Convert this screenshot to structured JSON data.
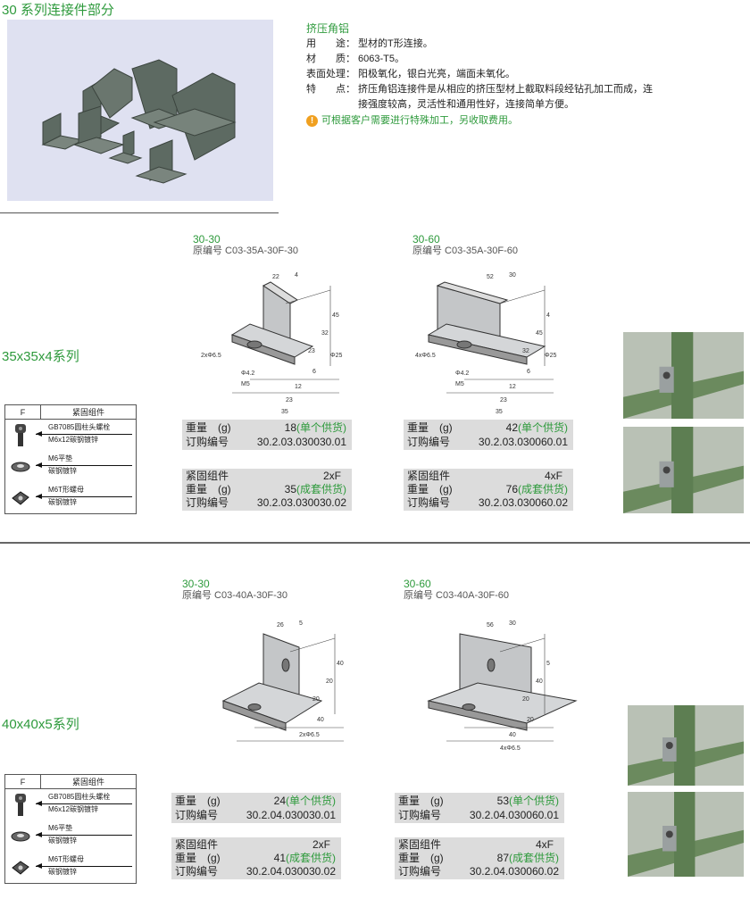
{
  "page_title": "30 系列连接件部分",
  "product": {
    "name": "挤压角铝",
    "specs": [
      {
        "key": "用　　途：",
        "value": "型材的T形连接。"
      },
      {
        "key": "材　　质：",
        "value": "6063-T5。"
      },
      {
        "key": "表面处理：",
        "value": "阳极氧化，银白光亮，端面未氧化。"
      },
      {
        "key": "特　　点：",
        "value": "挤压角铝连接件是从相应的挤压型材上截取料段经钻孔加工而成，连接强度较高，灵活性和通用性好，连接简单方便。"
      }
    ],
    "note": "可根据客户需要进行特殊加工，另收取费用。",
    "note_icon": "warning-bulb-icon"
  },
  "fastener_table": {
    "col_f": "F",
    "col_name": "紧固组件",
    "items": [
      {
        "icon": "socket-bolt-icon",
        "line1": "GB7085圆柱头螺栓",
        "line2": "M6x12碳钢镀锌"
      },
      {
        "icon": "washer-icon",
        "line1": "M6平垫",
        "line2": "碳钢镀锌"
      },
      {
        "icon": "t-nut-icon",
        "line1": "M6T形螺母",
        "line2": "碳钢镀锌"
      }
    ]
  },
  "labels": {
    "weight": "重量　(g)",
    "order": "订购编号",
    "fastener": "紧固组件",
    "single": "(单个供货)",
    "set": "(成套供货)"
  },
  "sections": [
    {
      "series": "35x35x4系列",
      "items": [
        {
          "name": "30-30",
          "orig": "原编号 C03-35A-30F-30",
          "w1": "18",
          "o1": "30.2.03.030030.01",
          "f": "2xF",
          "w2": "35",
          "o2": "30.2.03.030030.02",
          "dims": [
            "22",
            "4",
            "45",
            "32",
            "23",
            "6",
            "12",
            "23",
            "35",
            "2xΦ6.5",
            "Φ25",
            "Φ4.2",
            "M5"
          ]
        },
        {
          "name": "30-60",
          "orig": "原编号 C03-35A-30F-60",
          "w1": "42",
          "o1": "30.2.03.030060.01",
          "f": "4xF",
          "w2": "76",
          "o2": "30.2.03.030060.02",
          "dims": [
            "52",
            "30",
            "4",
            "45",
            "32",
            "6",
            "12",
            "23",
            "35",
            "4xΦ6.5",
            "Φ25",
            "Φ4.2",
            "M5"
          ]
        }
      ]
    },
    {
      "series": "40x40x5系列",
      "items": [
        {
          "name": "30-30",
          "orig": "原编号 C03-40A-30F-30",
          "w1": "24",
          "o1": "30.2.04.030030.01",
          "f": "2xF",
          "w2": "41",
          "o2": "30.2.04.030030.02",
          "dims": [
            "26",
            "5",
            "40",
            "20",
            "20",
            "40",
            "2xΦ6.5"
          ]
        },
        {
          "name": "30-60",
          "orig": "原编号 C03-40A-30F-60",
          "w1": "53",
          "o1": "30.2.04.030060.01",
          "f": "4xF",
          "w2": "87",
          "o2": "30.2.04.030060.02",
          "dims": [
            "56",
            "30",
            "5",
            "40",
            "20",
            "20",
            "40",
            "4xΦ6.5"
          ]
        }
      ]
    }
  ],
  "colors": {
    "accent": "#2e9a3c",
    "table_bg": "#dcdcdc"
  }
}
